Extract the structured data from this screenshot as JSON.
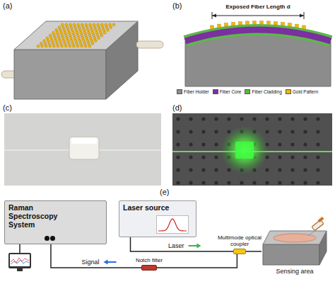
{
  "diagram": {
    "nodes": [
      {
        "text": [
          "Raman Spectroscopy System"
        ]
      },
      {
        "text": [
          "Laser source"
        ]
      },
      {
        "text": [
          "Multimode optical coupler"
        ]
      },
      {
        "text": [
          "Notch filter"
        ]
      },
      {
        "text": [
          "Sensing area"
        ]
      }
    ],
    "edges": [
      {
        "from": 1,
        "to": 2,
        "arrow": "none",
        "label": "Laser"
      },
      {
        "from": 2,
        "to": 4,
        "arrow": "none"
      },
      {
        "from": 2,
        "to": 3,
        "arrow": "none"
      },
      {
        "from": 3,
        "to": 0,
        "arrow": "none",
        "label": "Signal"
      }
    ],
    "labels": [
      "(a)",
      "(b)",
      "(c)",
      "(d)",
      "(e)",
      "Exposed Fiber Length d"
    ],
    "legend": [
      {
        "text": "Fiber Holder",
        "color": "#8c8c8c"
      },
      {
        "text": "Fiber Core",
        "color": "#7b2fa0"
      },
      {
        "text": "Fiber Cladding",
        "color": "#5cb848"
      },
      {
        "text": "Gold Pattern",
        "color": "#f2b50f"
      }
    ]
  }
}
